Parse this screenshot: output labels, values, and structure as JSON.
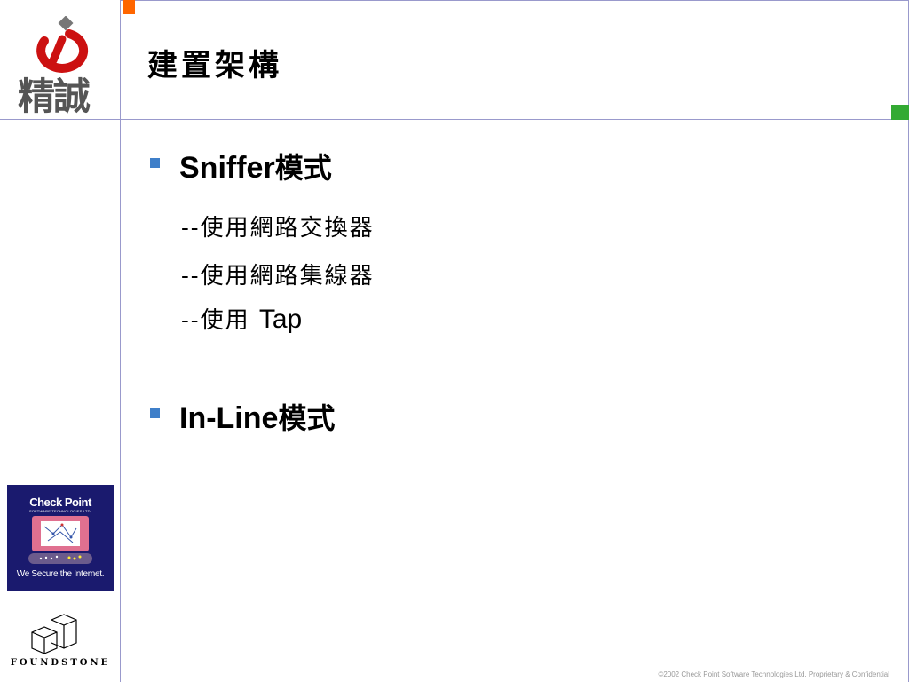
{
  "brand": {
    "logo_text": "精誠",
    "logo_icon": "jingcheng-logo-icon"
  },
  "slide": {
    "title": "建置架構",
    "bullets": [
      {
        "latin": "Sniffer",
        "cjk": "模式",
        "sub_items": [
          {
            "text": "--使用網路交換器",
            "latin": ""
          },
          {
            "text": "--使用網路集線器",
            "latin": ""
          },
          {
            "text": "--使用 ",
            "latin": "Tap"
          }
        ]
      },
      {
        "latin": "In-Line",
        "cjk": "模式",
        "sub_items": []
      }
    ]
  },
  "checkpoint_logo": {
    "title": "Check Point",
    "subtitle": "SOFTWARE TECHNOLOGIES LTD.",
    "slogan": "We Secure the Internet."
  },
  "foundstone_logo": {
    "text": "FOUNDSTONE"
  },
  "footer": {
    "copyright": "©2002 Check Point Software Technologies Ltd. Proprietary & Confidential"
  },
  "colors": {
    "bullet": "#3f7fc9",
    "rule": "#9999cc",
    "accent_orange": "#ff6600",
    "accent_green": "#33aa33",
    "logo_red": "#cc1111"
  }
}
